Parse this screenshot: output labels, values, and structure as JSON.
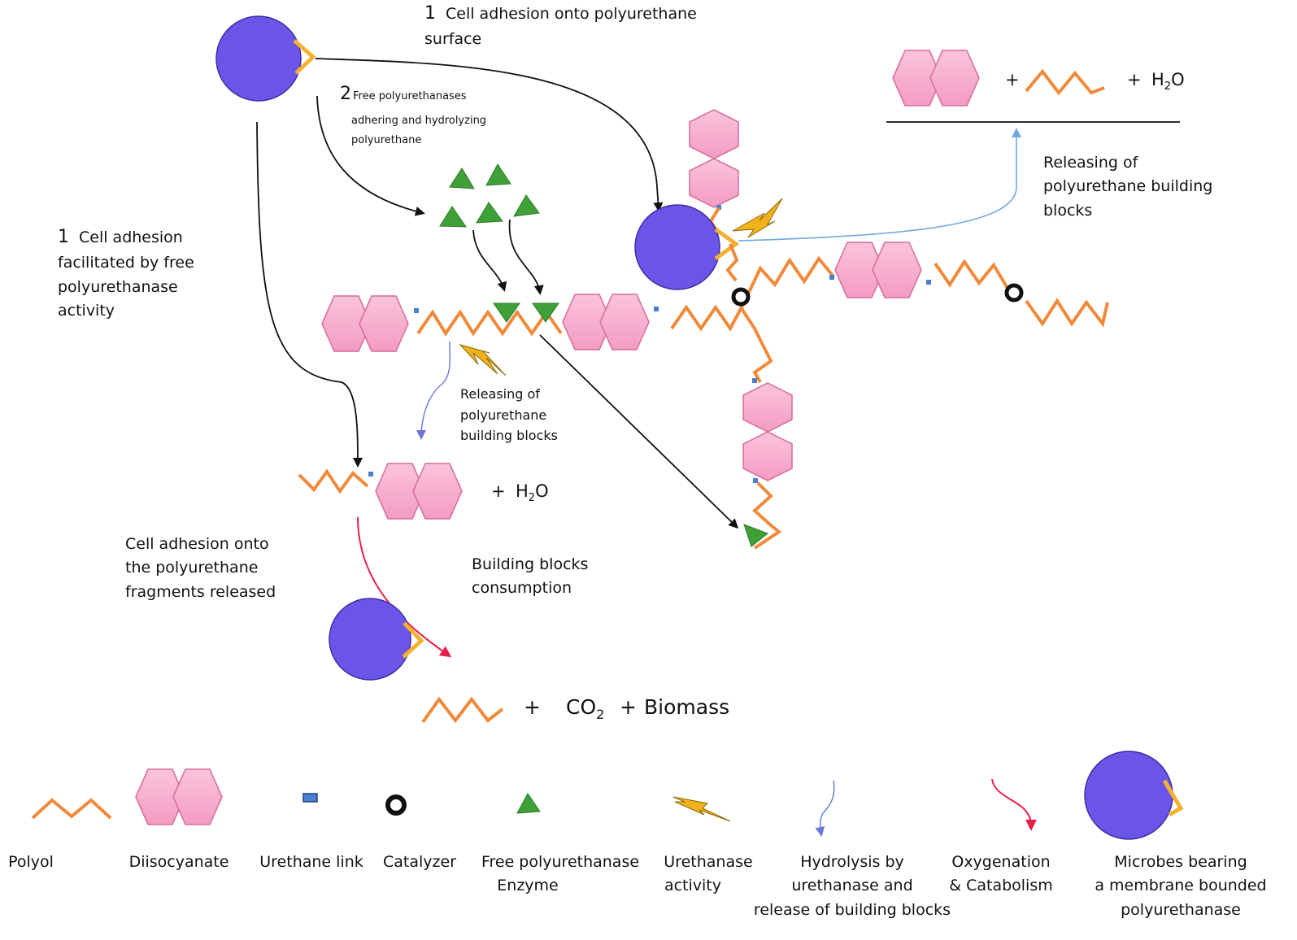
{
  "steps": {
    "adhesion_surface": {
      "number": "1",
      "line1": "Cell adhesion onto polyurethane",
      "line2": "surface"
    },
    "free_enzymes": {
      "number": "2",
      "line1": "Free polyurethanases",
      "line2": "adhering and hydrolyzing",
      "line3": "polyurethane"
    },
    "adhesion_free": {
      "number": "1",
      "line1": "Cell adhesion",
      "line2": "facilitated by free",
      "line3": "polyurethanase",
      "line4": "activity"
    }
  },
  "labels": {
    "releasing_right": {
      "line1": "Releasing of",
      "line2": "polyurethane building",
      "line3": "blocks"
    },
    "releasing_mid": {
      "line1": "Releasing of",
      "line2": "polyurethane",
      "line3": "building blocks"
    },
    "adhesion_fragments": {
      "line1": "Cell adhesion onto",
      "line2": "the polyurethane",
      "line3": "fragments released"
    },
    "consumption": {
      "line1": "Building blocks",
      "line2": "consumption"
    }
  },
  "equations": {
    "top_plus1": "+",
    "top_plus2": "+",
    "top_water": "H",
    "top_water_sub": "2",
    "top_water_tail": "O",
    "mid_plus": "+",
    "mid_water": "H",
    "mid_water_sub": "2",
    "mid_water_tail": "O",
    "final_plus1": "+",
    "final_co2": "CO",
    "final_co2_sub": "2",
    "final_plus2": "+",
    "final_biomass": "Biomass"
  },
  "legend": {
    "polyol": "Polyol",
    "diisocyanate": "Diisocyanate",
    "urethane_link": "Urethane link",
    "catalyzer": "Catalyzer",
    "free_enzyme_l1": "Free polyurethanase",
    "free_enzyme_l2": "Enzyme",
    "urethanase_l1": "Urethanase",
    "urethanase_l2": "activity",
    "hydrolysis_l1": "Hydrolysis by",
    "hydrolysis_l2": "urethanase and",
    "hydrolysis_l3": "release of building blocks",
    "oxygenation_l1": "Oxygenation",
    "oxygenation_l2": "& Catabolism",
    "microbes_l1": "Microbes bearing",
    "microbes_l2": "a membrane bounded",
    "microbes_l3": "polyurethanase"
  },
  "colors": {
    "polyol": "#f08a3a",
    "diisocyanate_fill": "#f7a8cb",
    "diisocyanate_stroke": "#d86a9a",
    "urethane_link": "#4a7fd0",
    "microbe": "#6a55e8",
    "microbe_stroke": "#3b2fa0",
    "membrane_enzyme": "#f5b030",
    "enzyme": "#3fa037",
    "black_arrow": "#111111",
    "blue_arrow": "#6fa8e0",
    "hydrolysis_arrow": "#6a78d8",
    "red_arrow": "#e8204a",
    "bolt": "#f2b21c"
  }
}
